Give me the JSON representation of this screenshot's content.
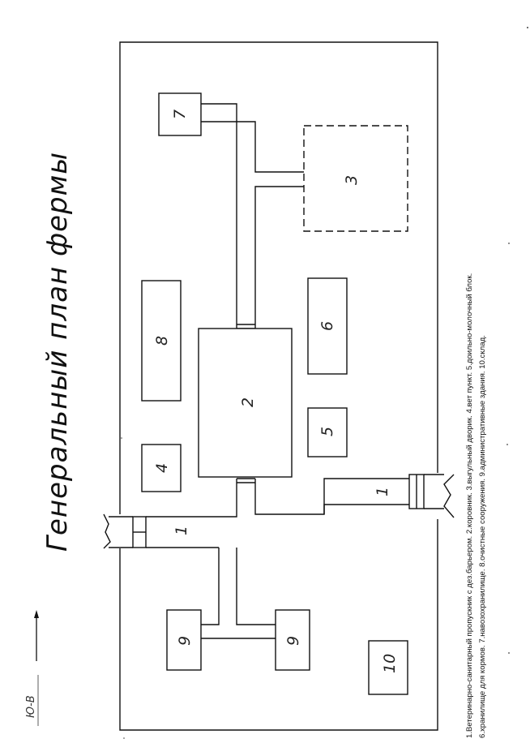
{
  "title": "Генеральный план фермы",
  "direction_label": "Ю-В",
  "legend": {
    "line1": "1.Ветеринарно-санитарный пропускник с дез.барьером. 2.коровник. 3.выгульный дворик. 4.вет пункт. 5.доильно-молочный блок.",
    "line2": "6.хранилище для кормов. 7.навозохранилище. 8.очистные сооружения. 9.административные здания. 10.склад."
  },
  "labels": {
    "b1a": "1",
    "b1b": "1",
    "b2": "2",
    "b3": "3",
    "b4": "4",
    "b5": "5",
    "b6": "6",
    "b7": "7",
    "b8": "8",
    "b9a": "9",
    "b9b": "9",
    "b10": "10"
  }
}
